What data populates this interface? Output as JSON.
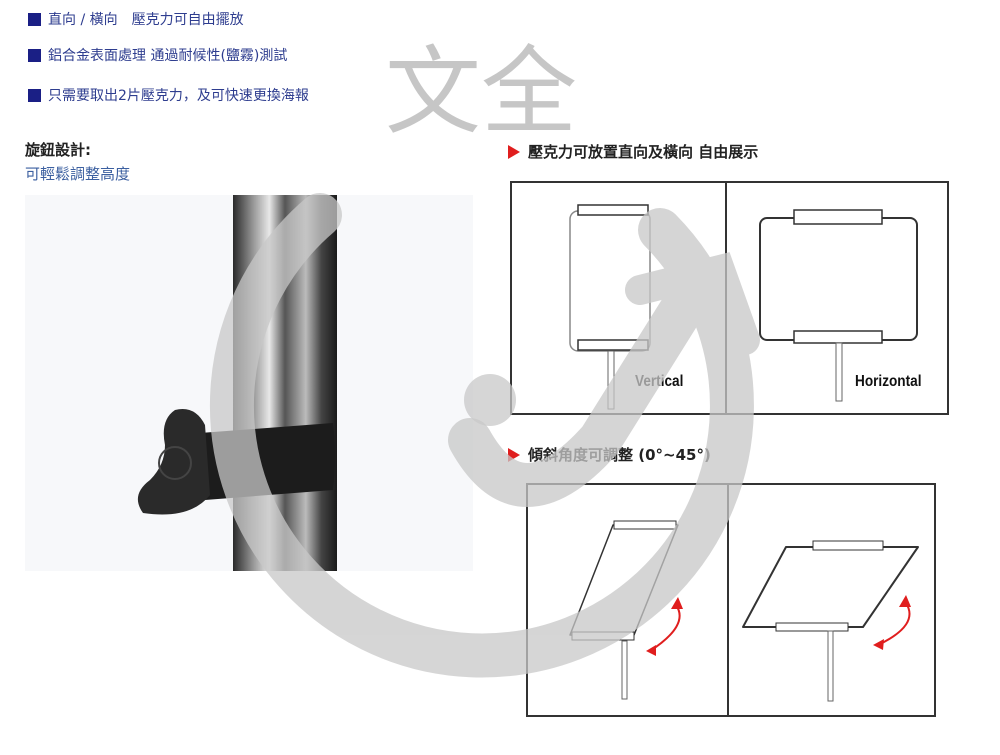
{
  "features": [
    {
      "text": "直向 / 橫向　壓克力可自由擺放"
    },
    {
      "text": "鋁合金表面處理 通過耐候性(鹽霧)測試"
    },
    {
      "text": "只需要取出2片壓克力，及可快速更換海報"
    }
  ],
  "knob": {
    "title": "旋鈕設計:",
    "desc": "可輕鬆調整高度"
  },
  "orientation": {
    "heading": "壓克力可放置直向及橫向 自由展示",
    "vertical_label": "Vertical",
    "horizontal_label": "Horizontal"
  },
  "tilt": {
    "heading": "傾斜角度可調整 (0°~45°)"
  },
  "watermark": {
    "text": "文全"
  },
  "colors": {
    "bullet": "#1a1f85",
    "accent_red": "#e01e1e",
    "link_blue": "#3b5fa0"
  }
}
